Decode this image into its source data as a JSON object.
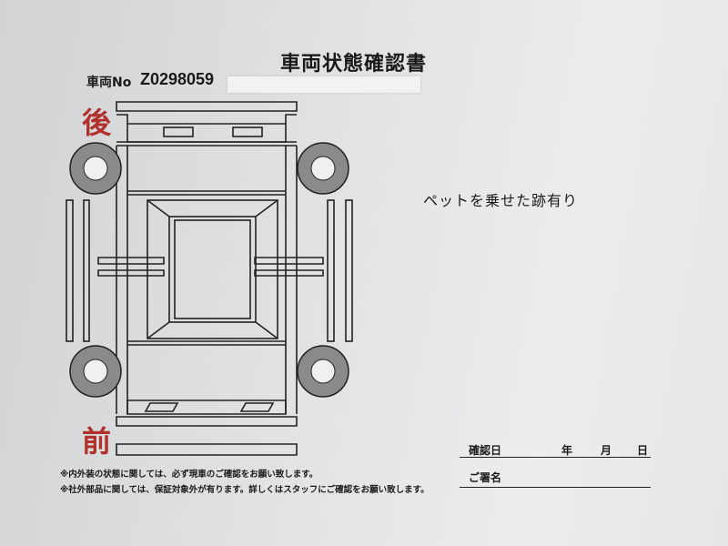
{
  "document": {
    "title": "車両状態確認書",
    "vehicle_no_label": "車両No",
    "vehicle_no_value": "Z0298059",
    "rear_label": "後",
    "front_label": "前",
    "note": "ペットを乗せた跡有り",
    "footnotes": [
      "※内外装の状態に関しては、必ず現車のご確認をお願い致します。",
      "※社外部品に関しては、保証対象外が有ります。詳しくはスタッフにご確認をお願い致します。"
    ],
    "signature": {
      "date_label": "確認日",
      "year": "年",
      "month": "月",
      "day": "日",
      "sign_label": "ご署名"
    }
  },
  "colors": {
    "accent_red": "#b0302c",
    "wheel_gray": "#8a8a8a"
  }
}
